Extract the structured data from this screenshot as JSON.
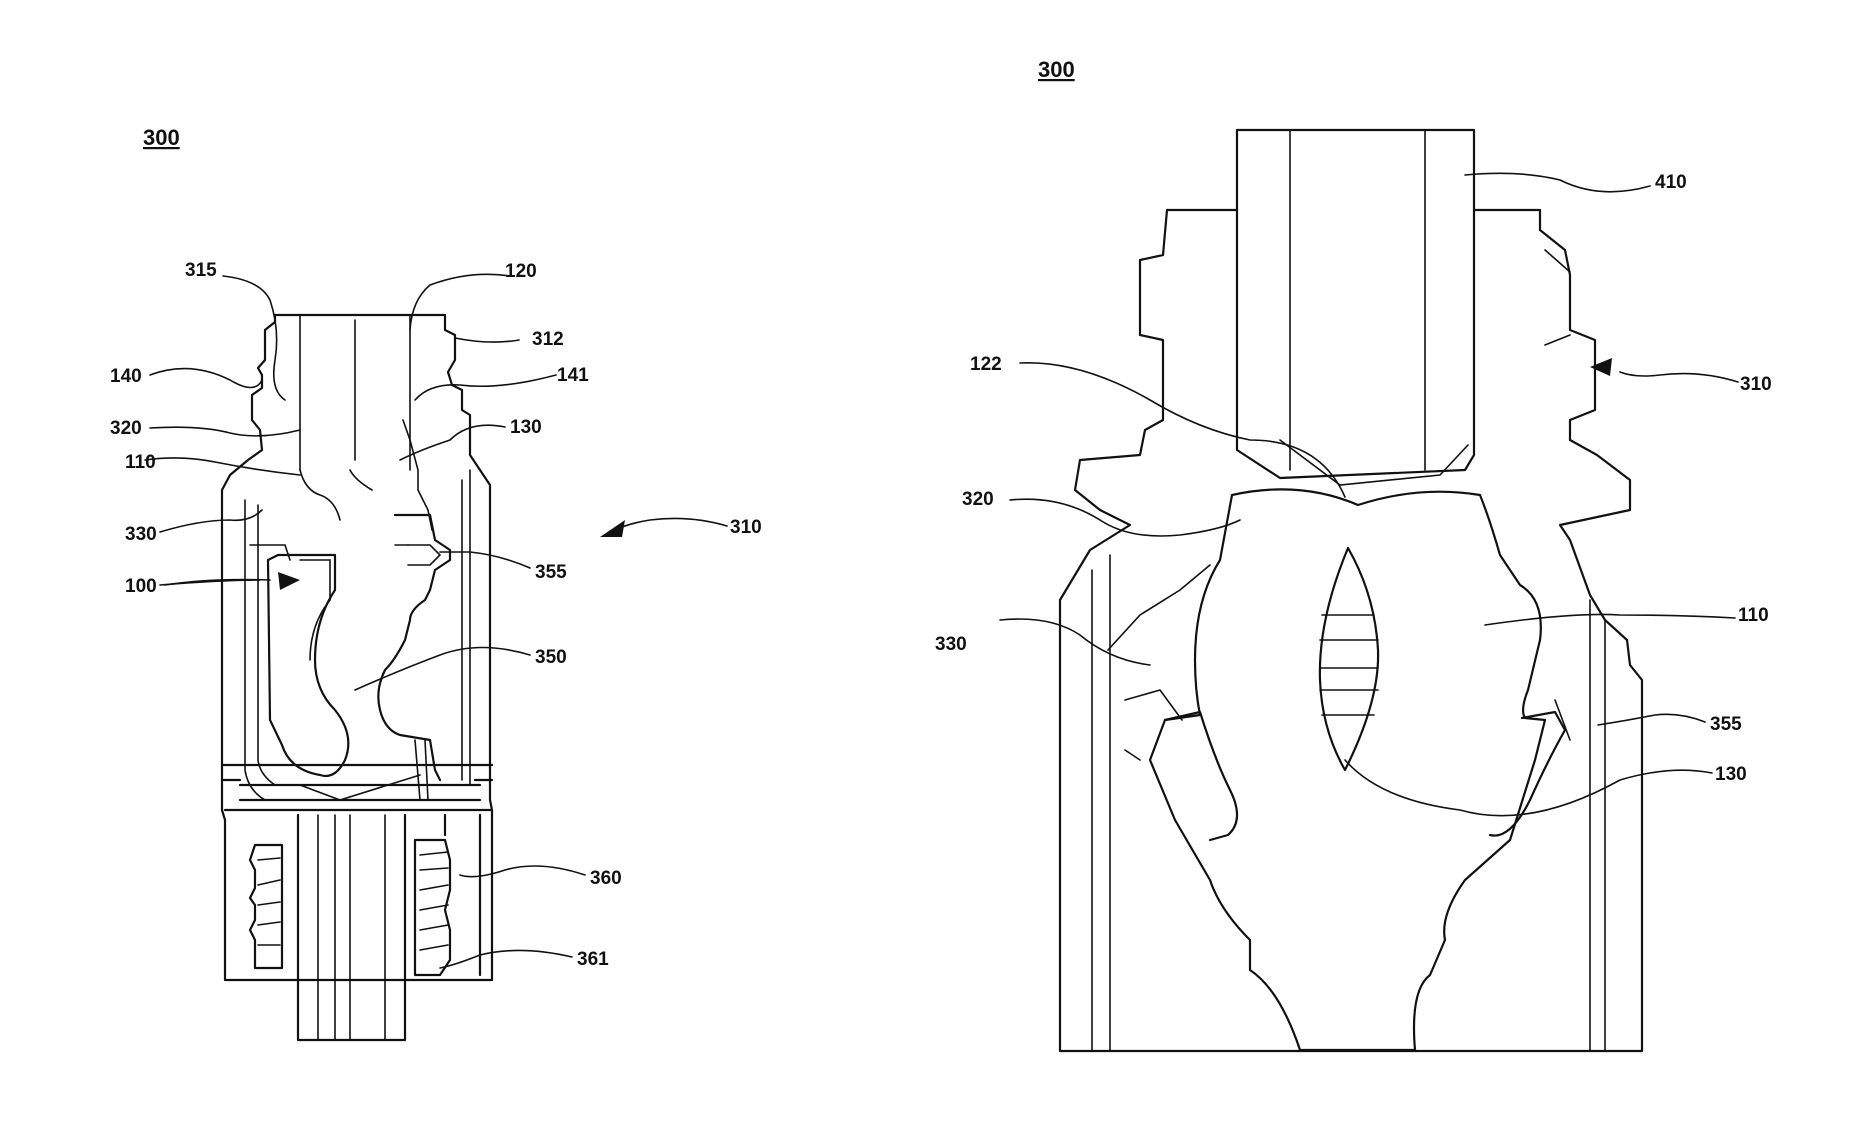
{
  "figures": [
    {
      "title": "300",
      "labels": {
        "l315": "315",
        "l120": "120",
        "l312": "312",
        "l140": "140",
        "l141": "141",
        "l320": "320",
        "l130": "130",
        "l110": "110",
        "l330": "330",
        "l355": "355",
        "l100": "100",
        "l350": "350",
        "l310": "310",
        "l360": "360",
        "l361": "361"
      }
    },
    {
      "title": "300",
      "labels": {
        "l410": "410",
        "l122": "122",
        "l310": "310",
        "l320": "320",
        "l110": "110",
        "l330": "330",
        "l355": "355",
        "l130": "130"
      }
    }
  ]
}
